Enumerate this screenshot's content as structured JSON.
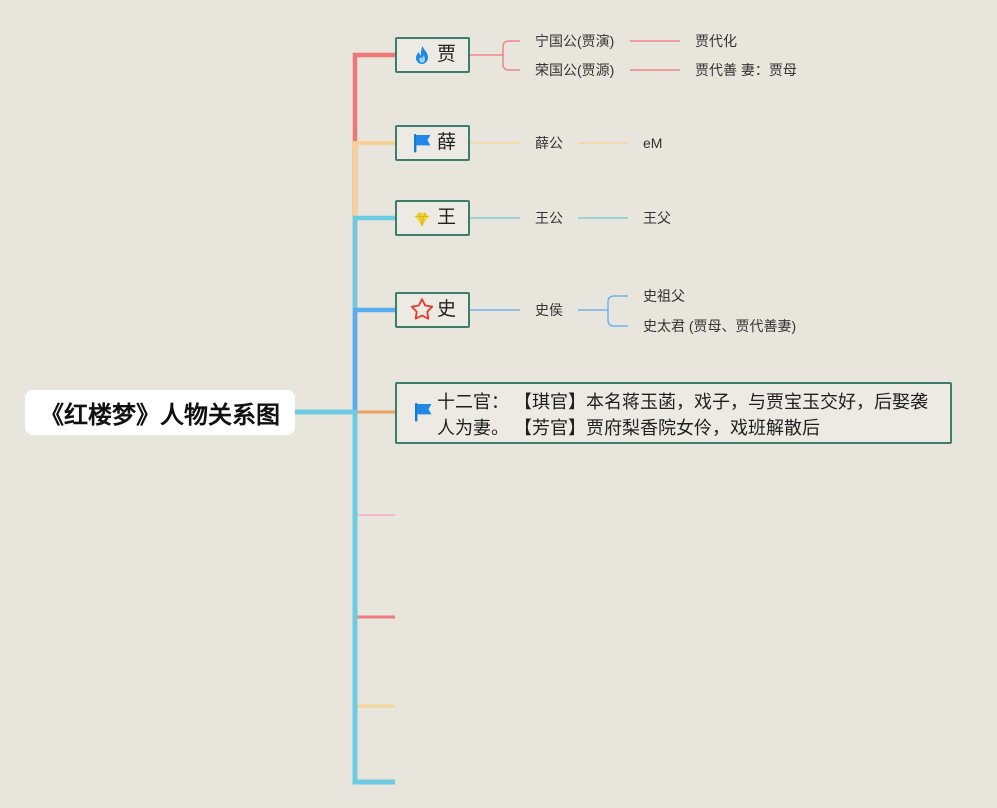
{
  "root": {
    "title": "《红楼梦》人物关系图"
  },
  "branches": [
    {
      "label": "贾",
      "icon": "fire-icon",
      "color": "#ef7676",
      "children": [
        {
          "label": "宁国公(贾演)",
          "children": [
            {
              "label": "贾代化"
            }
          ]
        },
        {
          "label": "荣国公(贾源)",
          "children": [
            {
              "label": "贾代善 妻：贾母"
            }
          ]
        }
      ]
    },
    {
      "label": "薛",
      "icon": "flag-icon",
      "color": "#f7d292",
      "children": [
        {
          "label": "薛公",
          "children": [
            {
              "label": "eM"
            }
          ]
        }
      ]
    },
    {
      "label": "王",
      "icon": "gem-icon",
      "color": "#6ccbe0",
      "children": [
        {
          "label": "王公",
          "children": [
            {
              "label": "王父"
            }
          ]
        }
      ]
    },
    {
      "label": "史",
      "icon": "star-icon",
      "color": "#5aacf0",
      "children": [
        {
          "label": "史侯",
          "children": [
            {
              "label": "史祖父"
            },
            {
              "label": "史太君 (贾母、贾代善妻)"
            }
          ]
        }
      ]
    },
    {
      "label": "十二官： 【琪官】本名蒋玉菡，戏子，与贾宝玉交好，后娶袭人为妻。 【芳官】贾府梨香院女伶，戏班解散后",
      "icon": "flag-icon",
      "color": "#eba263"
    },
    {
      "color": "#f5b8d0"
    },
    {
      "color": "#ef7b7b"
    },
    {
      "color": "#f6d493"
    },
    {
      "color": "#6ccbe0"
    }
  ]
}
